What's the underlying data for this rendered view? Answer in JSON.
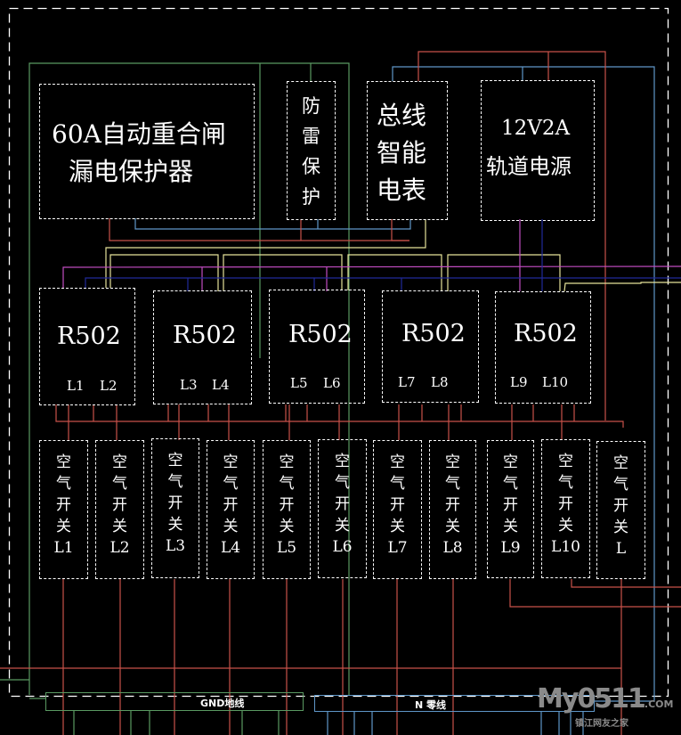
{
  "diagram": {
    "main_breaker": {
      "line1": "60A自动重合闸",
      "line2": "漏电保护器"
    },
    "lightning": {
      "chars": [
        "防",
        "雷",
        "保",
        "护"
      ]
    },
    "meter": {
      "line1": "总线",
      "line2": "智能",
      "line3": "电表"
    },
    "power": {
      "line1": "12V2A",
      "line2": "轨道电源"
    },
    "relays": [
      {
        "model": "R502",
        "out1": "L1",
        "out2": "L2"
      },
      {
        "model": "R502",
        "out1": "L3",
        "out2": "L4"
      },
      {
        "model": "R502",
        "out1": "L5",
        "out2": "L6"
      },
      {
        "model": "R502",
        "out1": "L7",
        "out2": "L8"
      },
      {
        "model": "R502",
        "out1": "L9",
        "out2": "L10"
      }
    ],
    "switches": [
      {
        "c1": "空",
        "c2": "气",
        "c3": "开",
        "c4": "关",
        "line": "L1"
      },
      {
        "c1": "空",
        "c2": "气",
        "c3": "开",
        "c4": "关",
        "line": "L2"
      },
      {
        "c1": "空",
        "c2": "气",
        "c3": "开",
        "c4": "关",
        "line": "L3"
      },
      {
        "c1": "空",
        "c2": "气",
        "c3": "开",
        "c4": "关",
        "line": "L4"
      },
      {
        "c1": "空",
        "c2": "气",
        "c3": "开",
        "c4": "关",
        "line": "L5"
      },
      {
        "c1": "空",
        "c2": "气",
        "c3": "开",
        "c4": "关",
        "line": "L6"
      },
      {
        "c1": "空",
        "c2": "气",
        "c3": "开",
        "c4": "关",
        "line": "L7"
      },
      {
        "c1": "空",
        "c2": "气",
        "c3": "开",
        "c4": "关",
        "line": "L8"
      },
      {
        "c1": "空",
        "c2": "气",
        "c3": "开",
        "c4": "关",
        "line": "L9"
      },
      {
        "c1": "空",
        "c2": "气",
        "c3": "开",
        "c4": "关",
        "line": "L10"
      },
      {
        "c1": "空",
        "c2": "气",
        "c3": "开",
        "c4": "关",
        "line": "L"
      }
    ],
    "gnd_bus": "GND地线",
    "n_bus": "N 零线"
  },
  "watermark": {
    "brand": "My0511",
    "suffix": ".COM",
    "subtitle": "镇江网友之家"
  },
  "colors": {
    "background": "#000000",
    "live": "#c8524a",
    "neutral": "#5f97c8",
    "ground": "#5a9a62",
    "signal_yellow": "#e6e29a",
    "signal_magenta": "#c04cc0",
    "signal_blue": "#202a9a",
    "frame": "#ffffff"
  }
}
